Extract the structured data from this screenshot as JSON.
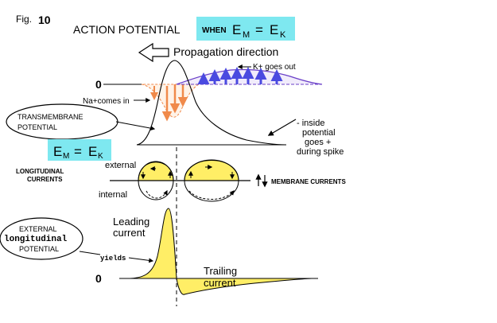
{
  "figure": {
    "fig_label": "Fig.",
    "fig_number": "10",
    "title": "ACTION POTENTIAL",
    "condition_prefix": "WHEN",
    "condition": "E",
    "condition_sub_m": "M",
    "condition_eq": "=",
    "condition_e2": "E",
    "condition_sub_k": "K"
  },
  "propagation": {
    "label": "Propagation direction"
  },
  "potential_panel": {
    "zero_label": "0",
    "k_label": "K+ goes out",
    "na_label": "Na+comes in",
    "transmembrane_line1": "TRANSMEMBRANE",
    "transmembrane_line2": "POTENTIAL",
    "inside_line1": "- inside",
    "inside_line2": "potential",
    "inside_line3": "goes +",
    "inside_line4": "during spike",
    "em_ek_e1": "E",
    "em_ek_m": "M",
    "em_ek_eq": "=",
    "em_ek_e2": "E",
    "em_ek_k": "K"
  },
  "current_panel": {
    "longitudinal_line1": "LONGITUDINAL",
    "longitudinal_line2": "CURRENTS",
    "external_label": "external",
    "internal_label": "internal",
    "membrane_currents_label": "MEMBRANE CURRENTS"
  },
  "external_panel": {
    "external_line1": "EXTERNAL",
    "external_line2": "longitudinal",
    "external_line3": "POTENTIAL",
    "yields_label": "yields",
    "leading_line1": "Leading",
    "leading_line2": "current",
    "trailing_line1": "Trailing",
    "trailing_line2": "current",
    "zero_label": "0"
  },
  "colors": {
    "highlight_box": "#7ee8f0",
    "fill_yellow": "#ffee66",
    "na_arrow": "#f08a4b",
    "k_arrow": "#4a4ae0",
    "baseline": "#6a3fc8"
  }
}
